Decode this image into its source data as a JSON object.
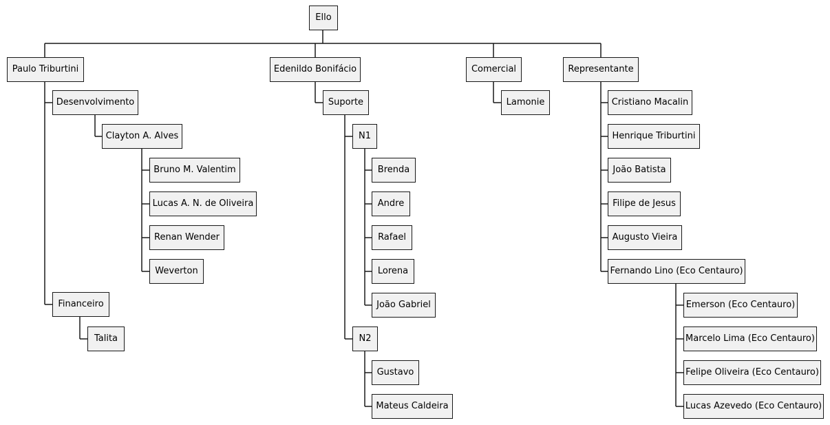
{
  "org_chart": {
    "root": {
      "label": "Ello"
    },
    "groups": {
      "paulo": {
        "label": "Paulo Triburtini",
        "desenvolvimento": {
          "label": "Desenvolvimento",
          "clayton": {
            "label": "Clayton A. Alves",
            "members": [
              "Bruno M. Valentim",
              "Lucas A. N. de Oliveira",
              "Renan Wender",
              "Weverton"
            ]
          }
        },
        "financeiro": {
          "label": "Financeiro",
          "members": [
            "Talita"
          ]
        }
      },
      "edenildo": {
        "label": "Edenildo Bonifácio",
        "suporte": {
          "label": "Suporte",
          "n1": {
            "label": "N1",
            "members": [
              "Brenda",
              "Andre",
              "Rafael",
              "Lorena",
              "João Gabriel"
            ]
          },
          "n2": {
            "label": "N2",
            "members": [
              "Gustavo",
              "Mateus Caldeira"
            ]
          }
        }
      },
      "comercial": {
        "label": "Comercial",
        "members": [
          "Lamonie"
        ]
      },
      "representante": {
        "label": "Representante",
        "members": [
          "Cristiano Macalin",
          "Henrique Triburtini",
          "João Batista",
          "Filipe de Jesus",
          "Augusto Vieira"
        ],
        "fernando": {
          "label": "Fernando Lino (Eco Centauro)",
          "members": [
            "Emerson (Eco Centauro)",
            "Marcelo Lima (Eco Centauro)",
            "Felipe Oliveira (Eco Centauro)",
            "Lucas Azevedo (Eco Centauro)"
          ]
        }
      }
    }
  }
}
